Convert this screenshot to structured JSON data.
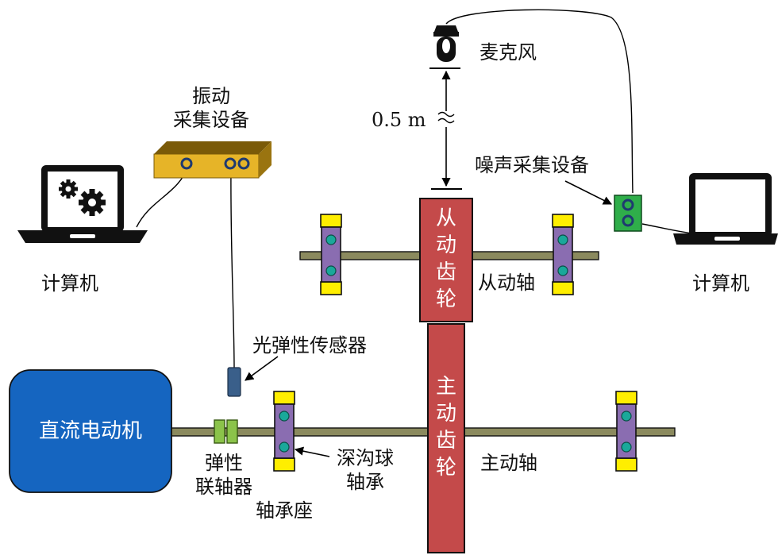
{
  "labels": {
    "microphone": "麦克风",
    "distance": "0.5 m",
    "noise_device": "噪声采集设备",
    "vibration_device": [
      "振动",
      "采集设备"
    ],
    "computer_left": "计算机",
    "computer_right": "计算机",
    "driven_gear": [
      "从",
      "动",
      "齿",
      "轮"
    ],
    "driven_shaft": "从动轴",
    "photoelastic_sensor": "光弹性传感器",
    "dc_motor": "直流电动机",
    "elastic_coupling": [
      "弹性",
      "联轴器"
    ],
    "bearing_seat": "轴承座",
    "deep_groove_ball_bearing": [
      "深沟球",
      "轴承"
    ],
    "driving_gear": [
      "主",
      "动",
      "齿",
      "轮"
    ],
    "driving_shaft": "主动轴"
  },
  "colors": {
    "motor": "#1565c0",
    "gear": "#c44a4a",
    "shaft": "#8b8a5e",
    "bearing": "#8a6db1",
    "bearing_cap": "#ffee00",
    "ball": "#1aa89a",
    "coupling": "#8bc34a",
    "vib_box": "#e6b428",
    "noise_box": "#2fae4a",
    "sensor": "#3a5f8a"
  },
  "icons": {
    "computer_left": "laptop-with-gears-icon",
    "computer_right": "laptop-icon",
    "microphone": "microphone-icon"
  }
}
